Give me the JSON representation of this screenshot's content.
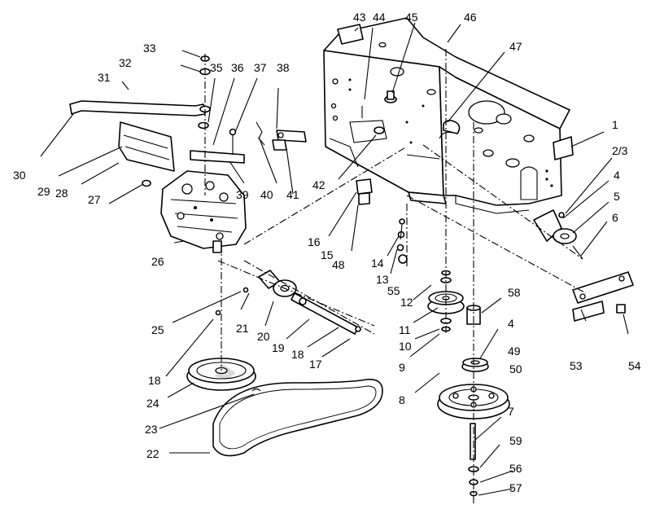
{
  "callouts": [
    {
      "id": "c1",
      "text": "1"
    },
    {
      "id": "c23",
      "text": "2/3"
    },
    {
      "id": "c4a",
      "text": "4"
    },
    {
      "id": "c5",
      "text": "5"
    },
    {
      "id": "c6",
      "text": "6"
    },
    {
      "id": "c4b",
      "text": "4"
    },
    {
      "id": "c7",
      "text": "7"
    },
    {
      "id": "c8",
      "text": "8"
    },
    {
      "id": "c9",
      "text": "9"
    },
    {
      "id": "c10",
      "text": "10"
    },
    {
      "id": "c11",
      "text": "11"
    },
    {
      "id": "c12",
      "text": "12"
    },
    {
      "id": "c13",
      "text": "13"
    },
    {
      "id": "c14",
      "text": "14"
    },
    {
      "id": "c15",
      "text": "15"
    },
    {
      "id": "c16",
      "text": "16"
    },
    {
      "id": "c17",
      "text": "17"
    },
    {
      "id": "c18a",
      "text": "18"
    },
    {
      "id": "c18b",
      "text": "18"
    },
    {
      "id": "c19",
      "text": "19"
    },
    {
      "id": "c20",
      "text": "20"
    },
    {
      "id": "c21",
      "text": "21"
    },
    {
      "id": "c22",
      "text": "22"
    },
    {
      "id": "c23b",
      "text": "23"
    },
    {
      "id": "c24",
      "text": "24"
    },
    {
      "id": "c25",
      "text": "25"
    },
    {
      "id": "c26",
      "text": "26"
    },
    {
      "id": "c27",
      "text": "27"
    },
    {
      "id": "c28",
      "text": "28"
    },
    {
      "id": "c29",
      "text": "29"
    },
    {
      "id": "c30",
      "text": "30"
    },
    {
      "id": "c31",
      "text": "31"
    },
    {
      "id": "c32",
      "text": "32"
    },
    {
      "id": "c33",
      "text": "33"
    },
    {
      "id": "c35",
      "text": "35"
    },
    {
      "id": "c36",
      "text": "36"
    },
    {
      "id": "c37",
      "text": "37"
    },
    {
      "id": "c38",
      "text": "38"
    },
    {
      "id": "c39",
      "text": "39"
    },
    {
      "id": "c40",
      "text": "40"
    },
    {
      "id": "c41",
      "text": "41"
    },
    {
      "id": "c42",
      "text": "42"
    },
    {
      "id": "c43",
      "text": "43"
    },
    {
      "id": "c44",
      "text": "44"
    },
    {
      "id": "c45",
      "text": "45"
    },
    {
      "id": "c46",
      "text": "46"
    },
    {
      "id": "c47",
      "text": "47"
    },
    {
      "id": "c48",
      "text": "48"
    },
    {
      "id": "c49",
      "text": "49"
    },
    {
      "id": "c50",
      "text": "50"
    },
    {
      "id": "c53",
      "text": "53"
    },
    {
      "id": "c54",
      "text": "54"
    },
    {
      "id": "c55",
      "text": "55"
    },
    {
      "id": "c56",
      "text": "56"
    },
    {
      "id": "c57",
      "text": "57"
    },
    {
      "id": "c58",
      "text": "58"
    },
    {
      "id": "c59",
      "text": "59"
    }
  ]
}
